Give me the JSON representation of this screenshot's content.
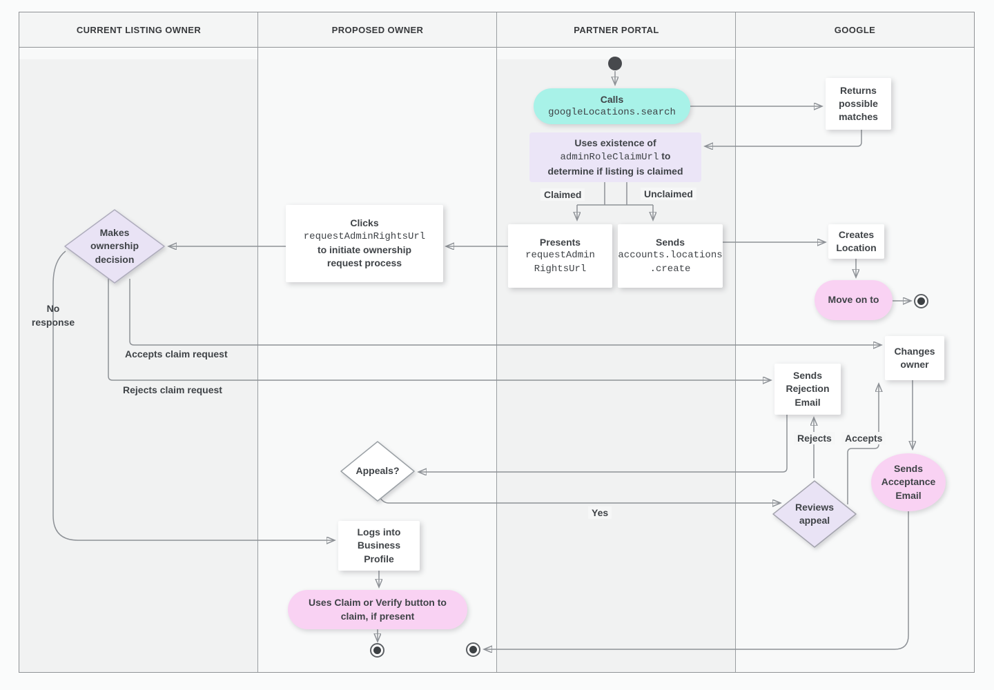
{
  "lanes": [
    {
      "label": "CURRENT LISTING OWNER"
    },
    {
      "label": "PROPOSED OWNER"
    },
    {
      "label": "PARTNER PORTAL"
    },
    {
      "label": "GOOGLE"
    }
  ],
  "nodes": {
    "calls": {
      "title": "Calls",
      "code": "googleLocations.search"
    },
    "returns_matches": {
      "text": "Returns possible matches"
    },
    "uses_existence": {
      "line1": "Uses existence of",
      "code": "adminRoleClaimUrl",
      "line2_suffix": "to",
      "line3": "determine if listing is claimed"
    },
    "presents": {
      "title": "Presents",
      "code_lines": {
        "l1": "requestAdmin",
        "l2": "RightsUrl"
      }
    },
    "sends_create": {
      "title": "Sends",
      "code_lines": {
        "l1": "accounts.locations",
        "l2": ".create"
      }
    },
    "clicks": {
      "title": "Clicks",
      "code": "requestAdminRightsUrl",
      "line2": "to initiate ownership",
      "line3": "request process"
    },
    "makes_decision": {
      "text": "Makes ownership decision"
    },
    "creates_location": {
      "text": "Creates Location"
    },
    "move_on": {
      "text": "Move on to"
    },
    "changes_owner": {
      "text": "Changes owner"
    },
    "sends_rejection": {
      "text": "Sends Rejection Email"
    },
    "reviews_appeal": {
      "text": "Reviews appeal"
    },
    "sends_acceptance": {
      "text": "Sends Acceptance Email"
    },
    "appeals": {
      "text": "Appeals?"
    },
    "logs_into": {
      "text": "Logs into Business Profile"
    },
    "claim_verify": {
      "line1": "Uses Claim or Verify button to",
      "line2": "claim, if present"
    }
  },
  "edge_labels": {
    "claimed": "Claimed",
    "unclaimed": "Unclaimed",
    "no_response": "No response",
    "accepts_claim": "Accepts claim request",
    "rejects_claim": "Rejects claim request",
    "rejects": "Rejects",
    "accepts": "Accepts",
    "yes": "Yes"
  },
  "colors": {
    "teal": "#a8f2e8",
    "lavender": "#ebe5f7",
    "pink": "#f9d2f3",
    "node_white": "#ffffff",
    "line_gray": "#8d9196",
    "text": "#3f4347"
  }
}
